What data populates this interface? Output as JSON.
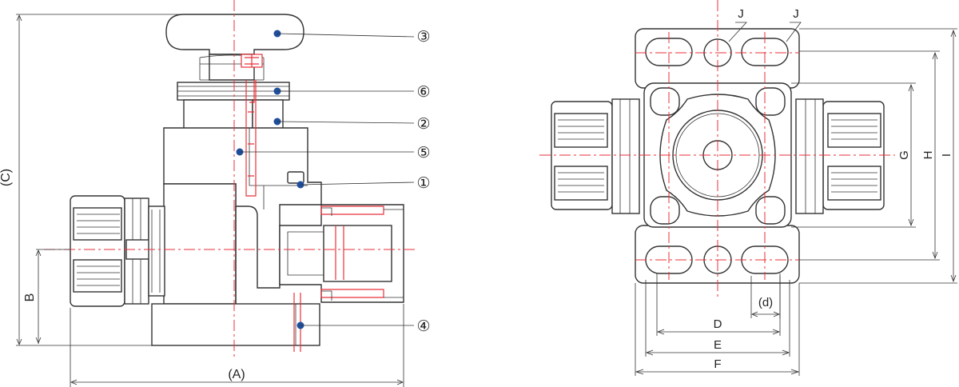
{
  "side_view": {
    "callouts": [
      {
        "id": "callout-3",
        "label": "③"
      },
      {
        "id": "callout-6",
        "label": "⑥"
      },
      {
        "id": "callout-2",
        "label": "②"
      },
      {
        "id": "callout-5",
        "label": "⑤"
      },
      {
        "id": "callout-1",
        "label": "①"
      },
      {
        "id": "callout-4",
        "label": "④"
      }
    ],
    "dims": {
      "overall_height": "(C)",
      "center_height": "B",
      "overall_length": "(A)"
    }
  },
  "front_view": {
    "dims": {
      "j_left": "J",
      "j_right": "J",
      "g": "G",
      "h": "H",
      "i": "I",
      "d_small": "(d)",
      "d": "D",
      "e": "E",
      "f": "F"
    }
  },
  "colors": {
    "outline": "#333333",
    "centerline": "#e8323a",
    "marker": "#1f4e9c"
  }
}
